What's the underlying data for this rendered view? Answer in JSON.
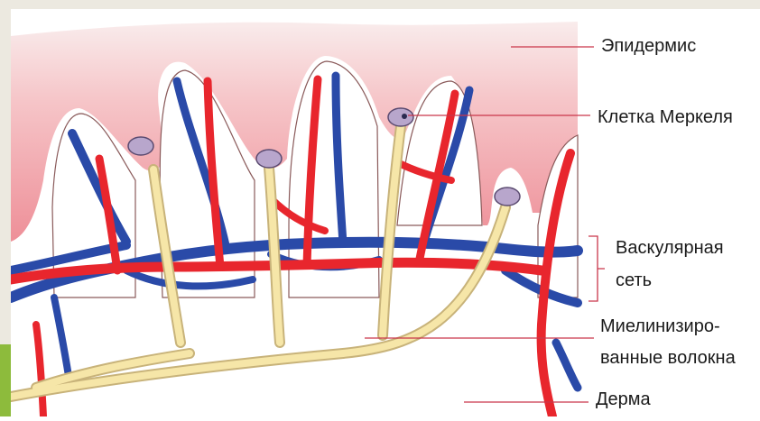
{
  "labels": {
    "epidermis": "Эпидермис",
    "merkel_cell": "Клетка Меркеля",
    "vascular_line1": "Васкулярная",
    "vascular_line2": "сеть",
    "myelin_line1": "Миелинизиро-",
    "myelin_line2": "ванные волокна",
    "dermis": "Дерма"
  },
  "colors": {
    "epidermis_top": "#f6e9ea",
    "epidermis_pink": "#f0a0a8",
    "artery": "#e8262d",
    "vein": "#2a4aa8",
    "nerve": "#f6e6a8",
    "nerve_edge": "#c8b37a",
    "merkel_cell": "#b8a6cc",
    "pointer_line": "#c9364a",
    "frame": "#ece9e0",
    "accent_green": "#8dbb3c"
  }
}
